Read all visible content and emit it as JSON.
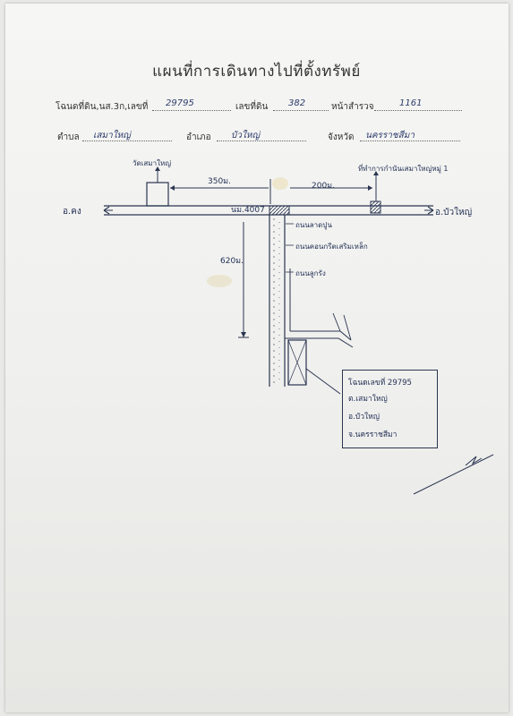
{
  "title": "แผนที่การเดินทางไปที่ตั้งทรัพย์",
  "form": {
    "deed_label": "โฉนดที่ดิน,นส.3ก,เลขที่",
    "deed_value": "29795",
    "land_no_label": "เลขที่ดิน",
    "land_no_value": "382",
    "survey_label": "หน้าสำรวจ",
    "survey_value": "1161",
    "subdistrict_label": "ตำบล",
    "subdistrict_value": "เสมาใหญ่",
    "district_label": "อำเภอ",
    "district_value": "บัวใหญ่",
    "province_label": "จังหวัด",
    "province_value": "นครราชสีมา"
  },
  "map": {
    "left_town": "อ.คง",
    "right_town": "อ.บัวใหญ่",
    "road_name": "นม.4007",
    "distance_left": "350ม.",
    "distance_right": "200ม.",
    "distance_down": "620ม.",
    "landmark_left": "วัดเสมาใหญ่",
    "landmark_right": "ที่ทำการกำนันเสมาใหญ่หมู่ 1",
    "road_label_1": "ถนนลาดปูน",
    "road_label_2": "ถนนคอนกรีตเสริมเหล็ก",
    "road_label_3": "ถนนลูกรัง",
    "box_deed": "โฉนดเลขที่ 29795",
    "box_subdistrict": "ต.เสมาใหญ่",
    "box_district": "อ.บัวใหญ่",
    "box_province": "จ.นครราชสีมา"
  },
  "colors": {
    "ink": "#2a3550",
    "paper": "#f4f4f2"
  }
}
